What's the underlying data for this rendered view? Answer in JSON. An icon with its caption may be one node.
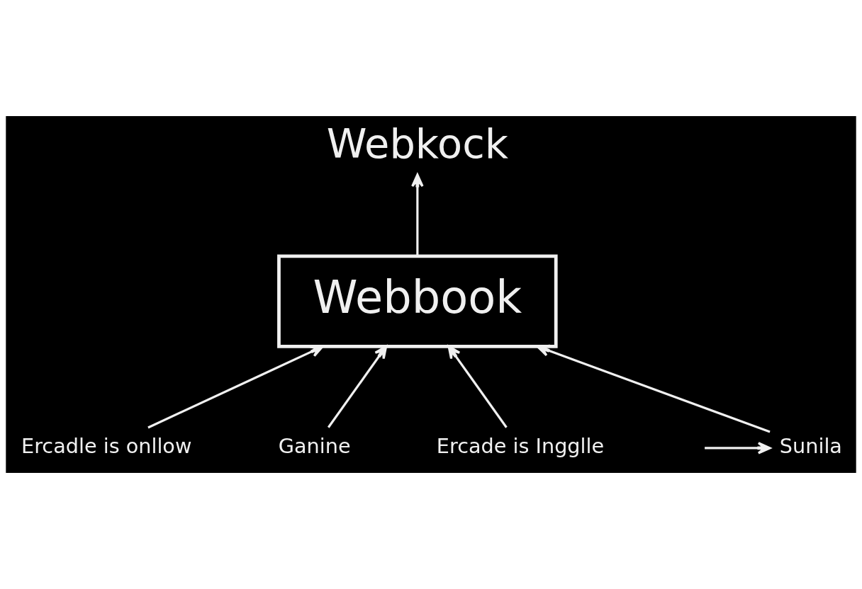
{
  "diagram": {
    "nodes": [
      {
        "text": [
          "Webbook"
        ]
      },
      {
        "text": [
          "Webkock"
        ]
      },
      {
        "text": [
          "Ercadle is onllow"
        ]
      },
      {
        "text": [
          "Ganine"
        ]
      },
      {
        "text": [
          "Ercade is Ingglle"
        ]
      },
      {
        "text": [
          "Sunila"
        ]
      }
    ],
    "edges": [
      {
        "from": 0,
        "to": 1,
        "arrow": "to"
      },
      {
        "from": 2,
        "to": 0,
        "arrow": "to"
      },
      {
        "from": 3,
        "to": 0,
        "arrow": "to"
      },
      {
        "from": 4,
        "to": 0,
        "arrow": "to"
      },
      {
        "from": 5,
        "to": 0,
        "arrow": "to"
      },
      {
        "from": null,
        "to": 5,
        "arrow": "to"
      }
    ]
  }
}
